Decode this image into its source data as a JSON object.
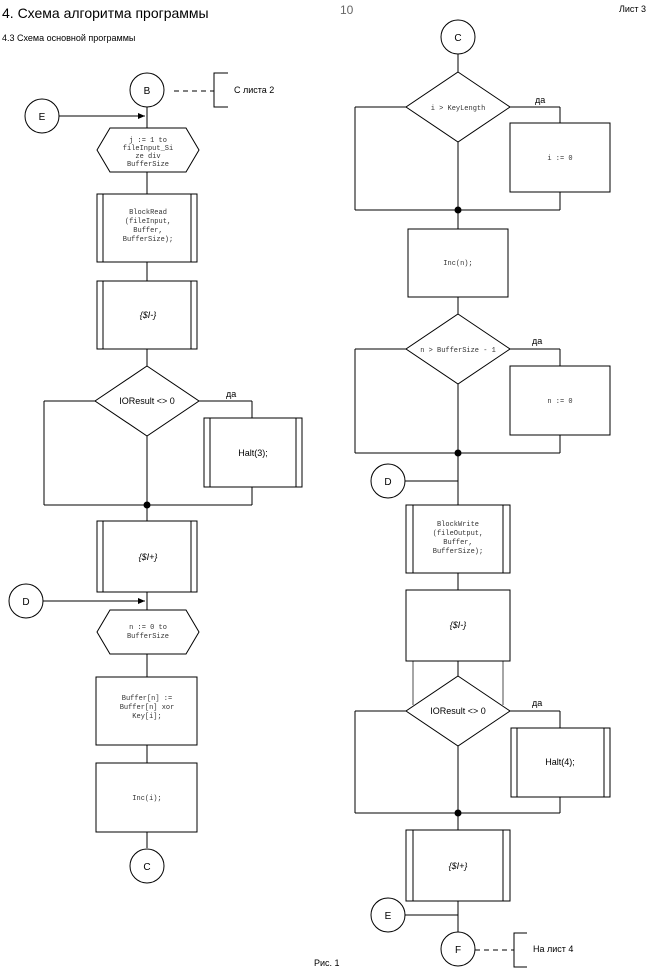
{
  "header": {
    "title": "4. Схема алгоритма программы",
    "subtitle": "4.3 Схема основной программы",
    "page_number": "10",
    "sheet": "Лист 3",
    "figure_caption": "Рис. 1"
  },
  "left_column": {
    "connector_b": "B",
    "from_sheet_note": "С листа 2",
    "connector_e": "E",
    "loop_j": [
      "j := 1 to",
      "fileInput_Si",
      "ze div",
      "BufferSize"
    ],
    "block_read": [
      "BlockRead",
      "(fileInput,",
      "Buffer,",
      "BufferSize);"
    ],
    "directive_off": "{$I-}",
    "decision_ioresult": "IOResult <> 0",
    "yes_label": "да",
    "halt3": "Halt(3);",
    "directive_on": "{$I+}",
    "connector_d": "D",
    "loop_n": [
      "n := 0 to",
      "BufferSize"
    ],
    "xor_stmt": [
      "Buffer[n] :=",
      "Buffer[n] xor",
      "Key[i];"
    ],
    "inc_i": "Inc(i);",
    "connector_c": "C"
  },
  "right_column": {
    "connector_c": "C",
    "decision_keylength": "i > KeyLength",
    "yes_label_1": "да",
    "assign_i": "i := 0",
    "inc_n": "Inc(n);",
    "decision_buffersize": "n > BufferSize - 1",
    "yes_label_2": "да",
    "assign_n": "n := 0",
    "connector_d": "D",
    "block_write": [
      "BlockWrite",
      "(fileOutput,",
      "Buffer,",
      "BufferSize);"
    ],
    "directive_off": "{$I-}",
    "decision_ioresult": "IOResult <> 0",
    "yes_label_3": "да",
    "halt4": "Halt(4);",
    "directive_on": "{$I+}",
    "connector_e": "E",
    "connector_f": "F",
    "to_sheet_note": "На лист 4"
  }
}
